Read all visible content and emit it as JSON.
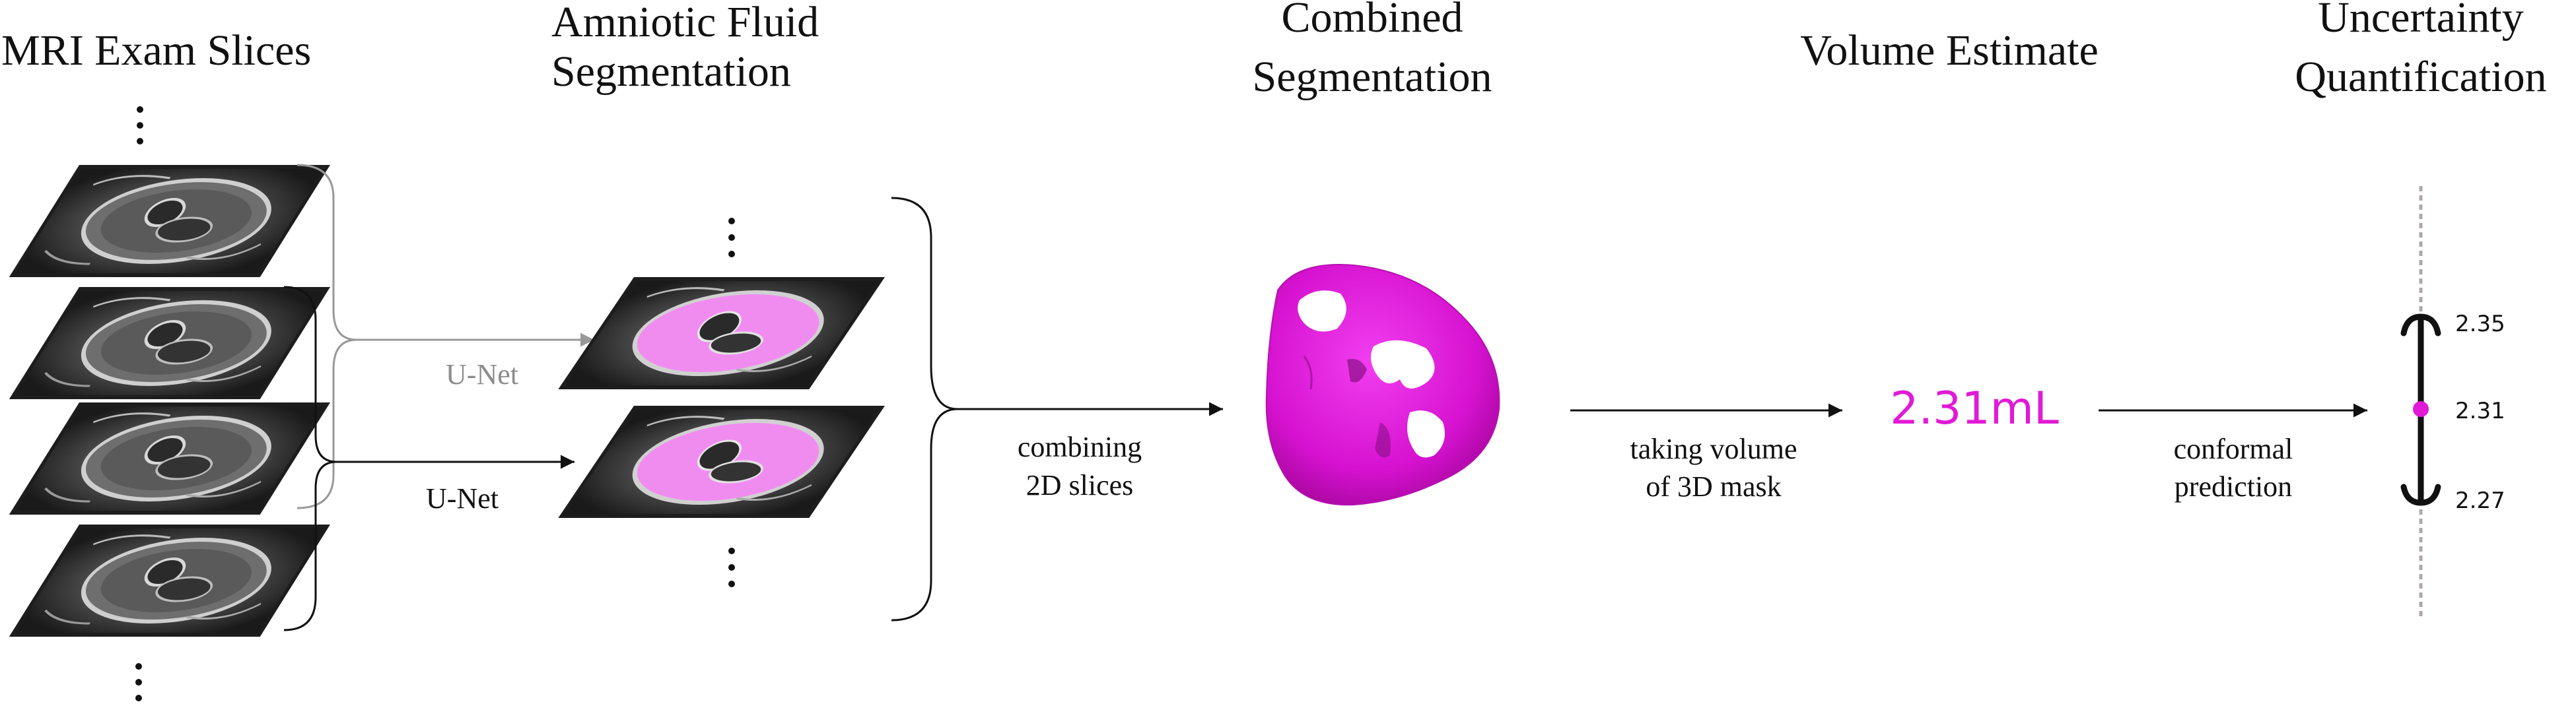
{
  "headings": {
    "mri": "MRI Exam Slices",
    "seg_line1": "Amniotic Fluid",
    "seg_line2": "Segmentation",
    "combined_line1": "Combined",
    "combined_line2": "Segmentation",
    "volume": "Volume Estimate",
    "uq_line1": "Uncertainty",
    "uq_line2": "Quantification"
  },
  "edges": {
    "unet_top": "U-Net",
    "unet_bottom": "U-Net",
    "combine_line1": "combining",
    "combine_line2": "2D slices",
    "volume_line1": "taking volume",
    "volume_line2": "of 3D mask",
    "conformal_line1": "conformal",
    "conformal_line2": "prediction"
  },
  "estimate": {
    "value": "2.31mL",
    "color": "#e01ad6"
  },
  "interval": {
    "upper": "2.35",
    "point": "2.31",
    "lower": "2.27"
  },
  "colors": {
    "accent": "#e01ad6",
    "segment_fill": "#f08cf0",
    "gray_arrow": "#999999",
    "dotted_axis": "#b0a8a8"
  }
}
